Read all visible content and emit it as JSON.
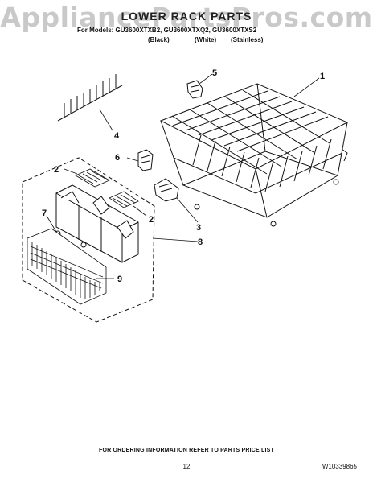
{
  "watermark": "AppliancePartsPros.com",
  "title": "LOWER RACK PARTS",
  "models_line": "For Models: GU3600XTXB2, GU3600XTXQ2, GU3600XTXS2",
  "variants": [
    "(Black)",
    "(White)",
    "(Stainless)"
  ],
  "callouts": [
    "1",
    "2",
    "2",
    "3",
    "4",
    "5",
    "6",
    "7",
    "8",
    "9"
  ],
  "footer": {
    "ordering_note": "FOR ORDERING INFORMATION REFER TO PARTS PRICE LIST",
    "page_number": "12",
    "doc_number": "W10339865"
  }
}
